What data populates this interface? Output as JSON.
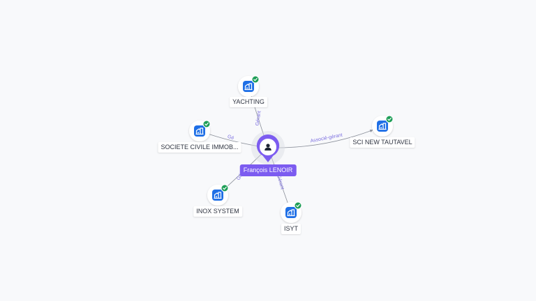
{
  "colors": {
    "background": "#f8f9fb",
    "edge": "#8a8f99",
    "edge_label": "#7c6fe0",
    "company_icon": "#1f6fe6",
    "check_badge": "#1e9e57",
    "person_pin": "#7c5cf0",
    "person_label_bg": "#7c5cf0"
  },
  "center": {
    "name": "François LENOIR",
    "icon": "person-icon"
  },
  "nodes": [
    {
      "id": "yachting",
      "label": "YACHTING",
      "icon": "company-building-icon",
      "badge": "check-icon",
      "edge_label": "Gérant"
    },
    {
      "id": "sci-new-tautavel",
      "label": "SCI NEW TAUTAVEL",
      "icon": "company-building-icon",
      "badge": "check-icon",
      "edge_label": "Associé-gérant"
    },
    {
      "id": "societe-civile-immob",
      "label": "SOCIETE CIVILE IMMOB...",
      "icon": "company-building-icon",
      "badge": "check-icon",
      "edge_label": "Gé"
    },
    {
      "id": "inox-system",
      "label": "INOX SYSTEM",
      "icon": "company-building-icon",
      "badge": "check-icon",
      "edge_label": "Gé"
    },
    {
      "id": "isyt",
      "label": "ISYT",
      "icon": "company-building-icon",
      "badge": "check-icon",
      "edge_label": "Gérant"
    }
  ]
}
